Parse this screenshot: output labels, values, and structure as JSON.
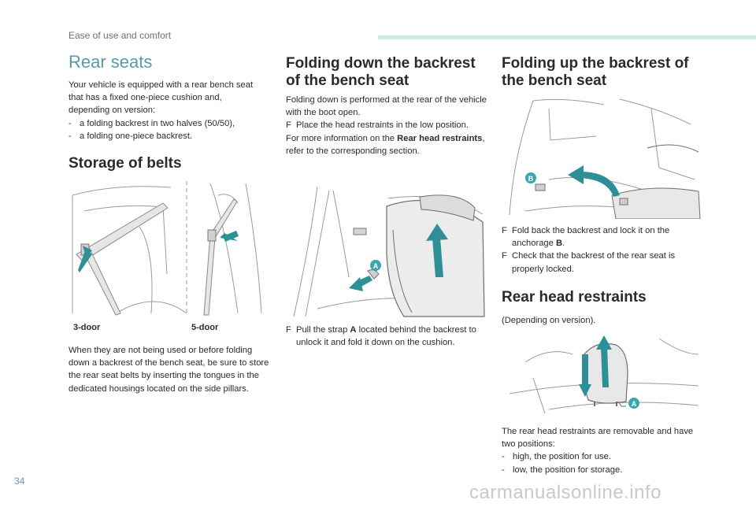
{
  "header": {
    "section": "Ease of use and comfort"
  },
  "rear_seats": {
    "title": "Rear seats",
    "intro": "Your vehicle is equipped with a rear bench seat that has a fixed one-piece cushion and, depending on version:",
    "options": [
      "a folding backrest in two halves (50/50),",
      "a folding one-piece backrest."
    ]
  },
  "storage_of_belts": {
    "title": "Storage of belts",
    "caption_left": "3-door",
    "caption_right": "5-door",
    "text": "When they are not being used or before folding down a backrest of the bench seat, be sure to store the rear seat belts by inserting the tongues in the dedicated housings located on the side pillars."
  },
  "folding_down": {
    "title_line1": "Folding down the backrest",
    "title_line2": "of the bench seat",
    "intro": "Folding down is performed at the rear of the vehicle with the boot open.",
    "bullet_mark": "F",
    "step1": "Place the head restraints in the low position.",
    "more_prefix": "For more information on the ",
    "more_bold": "Rear head restraints",
    "more_suffix": ", refer to the corresponding section.",
    "marker": "A",
    "step2_prefix": "Pull the strap ",
    "step2_bold": "A",
    "step2_suffix": " located behind the backrest to unlock it and fold it down on the cushion."
  },
  "folding_up": {
    "title_line1": "Folding up the backrest of",
    "title_line2": "the bench seat",
    "marker": "B",
    "step1_prefix": "Fold back the backrest and lock it on the anchorage ",
    "step1_bold": "B",
    "step1_suffix": ".",
    "step2": "Check that the backrest of the rear seat is properly locked."
  },
  "rear_head_restraints": {
    "title": "Rear head restraints",
    "note": "(Depending on version).",
    "marker": "A",
    "text": "The rear head restraints are removable and have two positions:",
    "positions": [
      "high, the position for use.",
      "low, the position for storage."
    ]
  },
  "page_number": "34",
  "watermark": "carmanualsonline.info",
  "colors": {
    "accent": "#5a9aa3",
    "arrow": "#2e8f96",
    "header_bar": "#cfe9ea"
  }
}
